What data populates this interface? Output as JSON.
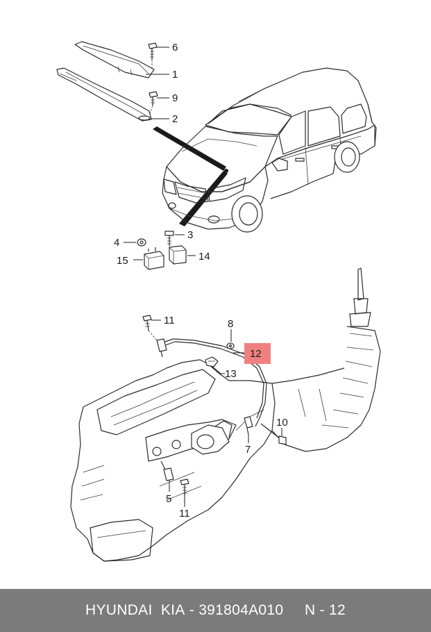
{
  "callouts": {
    "c1": "1",
    "c2": "2",
    "c3": "3",
    "c4": "4",
    "c5": "5",
    "c6": "6",
    "c7": "7",
    "c8": "8",
    "c9": "9",
    "c10": "10",
    "c11a": "11",
    "c11b": "11",
    "c12": "12",
    "c13": "13",
    "c14": "14",
    "c15": "15"
  },
  "highlight_color": "#f08080",
  "footer": {
    "brand": "HYUNDAI  KIA",
    "separator": " - ",
    "part_number": "391804A010",
    "page_ref": "N - 12"
  }
}
